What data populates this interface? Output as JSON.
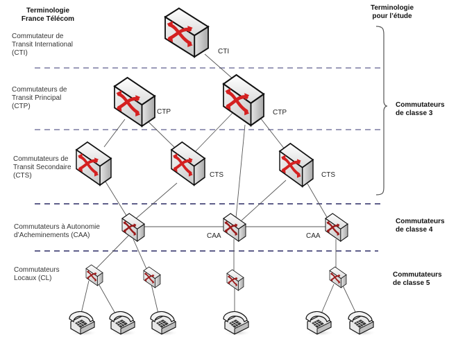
{
  "headers": {
    "left": "Terminologie\nFrance Télécom",
    "left_line1": "Terminologie",
    "left_line2": "France Télécom",
    "right_line1": "Terminologie",
    "right_line2": "pour l’étude"
  },
  "levels": [
    {
      "id": "cti",
      "line1": "Commutateur de",
      "line2": "Transit International",
      "line3": "(CTI)"
    },
    {
      "id": "ctp",
      "line1": "Commutateurs de",
      "line2": "Transit Principal",
      "line3": "(CTP)"
    },
    {
      "id": "cts",
      "line1": "Commutateurs de",
      "line2": "Transit Secondaire",
      "line3": "(CTS)"
    },
    {
      "id": "caa",
      "line1": "Commutateurs à Autonomie",
      "line2": "d’Acheminements (CAA)"
    },
    {
      "id": "cl",
      "line1": "Commutateurs",
      "line2": "Locaux (CL)"
    }
  ],
  "classes": [
    {
      "line1": "Commutateurs",
      "line2": "de classe 3"
    },
    {
      "line1": "Commutateurs",
      "line2": "de classe 4"
    },
    {
      "line1": "Commutateurs",
      "line2": "de classe 5"
    }
  ],
  "nodes": {
    "cti": "CTI",
    "ctp_left": "CTP",
    "ctp_right": "CTP",
    "cts_mid": "CTS",
    "cts_right": "CTS",
    "caa_mid": "CAA",
    "caa_right": "CAA"
  },
  "colors": {
    "switch_arrow": "#d42020",
    "small_switch_arrow": "#9b1c1c",
    "dash_upper": "#9a9ab8",
    "dash_lower": "#5e5e8a",
    "link": "#555555"
  }
}
